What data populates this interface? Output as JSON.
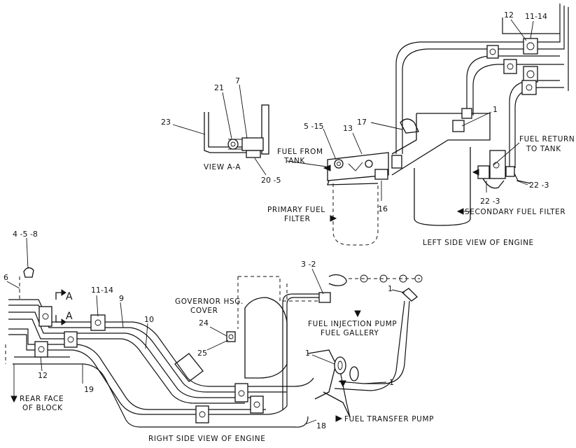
{
  "callouts": {
    "c_12_top": "12",
    "c_11_14_top": "11-14",
    "c_21": "21",
    "c_7": "7",
    "c_23": "23",
    "c_20_5": "20 -5",
    "c_5_15": "5 -15",
    "c_13": "13",
    "c_17": "17",
    "c_1_top": "1",
    "c_16": "16",
    "c_22_3_a": "22 -3",
    "c_22_3_b": "22 -3",
    "c_4_5_8": "4 -5 -8",
    "c_6": "6",
    "c_a1": "A",
    "c_a2": "A",
    "c_11_14_left": "11-14",
    "c_9": "9",
    "c_10": "10",
    "c_12_left": "12",
    "c_19": "19",
    "c_3_2": "3 -2",
    "c_1_gallery": "1",
    "c_24": "24",
    "c_25": "25",
    "c_1_transfer": "1",
    "c_1_right": "1",
    "c_18": "18"
  },
  "captions": {
    "view_aa": "VIEW  A-A",
    "fuel_from_tank_1": "FUEL FROM",
    "fuel_from_tank_2": "TANK",
    "fuel_return_1": "FUEL RETURN",
    "fuel_return_2": "TO TANK",
    "primary_filter_1": "PRIMARY FUEL",
    "primary_filter_2": "FILTER",
    "secondary_filter": "SECONDARY FUEL FILTER",
    "left_side_view": "LEFT SIDE VIEW OF ENGINE",
    "governor_1": "GOVERNOR HSG.",
    "governor_2": "COVER",
    "injection_pump_1": "FUEL INJECTION PUMP",
    "injection_pump_2": "FUEL GALLERY",
    "rear_face_1": "REAR FACE",
    "rear_face_2": "OF BLOCK",
    "transfer_pump": "FUEL TRANSFER PUMP",
    "right_side_view": "RIGHT SIDE VIEW OF ENGINE"
  }
}
